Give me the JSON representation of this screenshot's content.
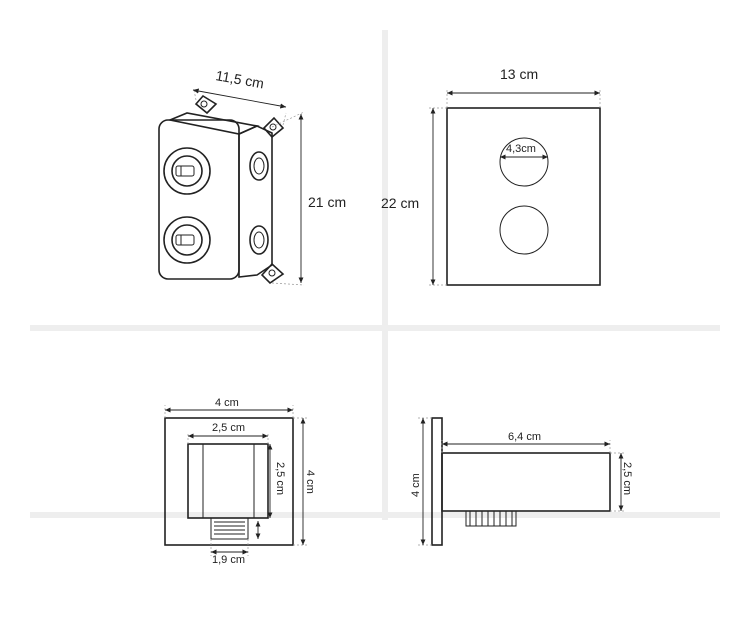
{
  "views": {
    "valve_body": {
      "width_label": "11,5 cm",
      "height_label": "21 cm"
    },
    "cover_plate": {
      "width_label": "13 cm",
      "height_label": "22 cm",
      "hole_label": "4,3cm"
    },
    "outlet_front": {
      "outer_label": "4 cm",
      "inner_width_label": "2,5 cm",
      "inner_height_label": "2,5 cm",
      "side_label": "4 cm",
      "thread_label": "1,9 cm"
    },
    "outlet_side": {
      "length_label": "6,4 cm",
      "plate_label": "4 cm",
      "depth_label": "2,5 cm"
    }
  },
  "colors": {
    "line": "#222222",
    "extension": "#999999"
  }
}
